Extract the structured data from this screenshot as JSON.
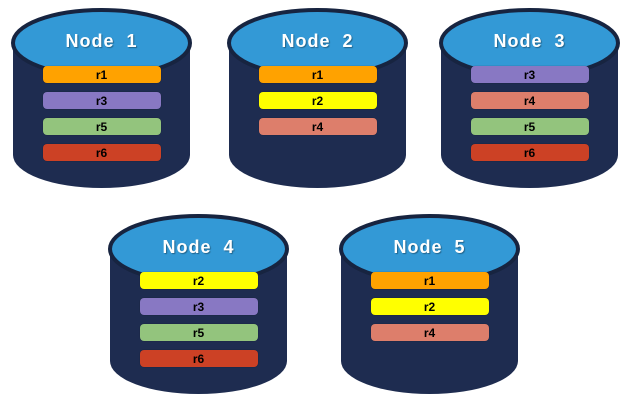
{
  "diagram": {
    "description": "replica-distribution-across-database-nodes",
    "colors": {
      "cylinder_body": "#1E2C50",
      "cylinder_top": "#3399D6",
      "cylinder_outline": "#172440",
      "title_text": "#FFFFFF",
      "bar_text": "#000000"
    },
    "replica_colors": {
      "r1": "#FFA200",
      "r2": "#FFFF00",
      "r3": "#8878C3",
      "r4": "#DD7E6B",
      "r5": "#93C47D",
      "r6": "#CC4125"
    },
    "nodes": [
      {
        "name": "Node  1",
        "replicas": [
          "r1",
          "r3",
          "r5",
          "r6"
        ]
      },
      {
        "name": "Node  2",
        "replicas": [
          "r1",
          "r2",
          "r4"
        ]
      },
      {
        "name": "Node  3",
        "replicas": [
          "r3",
          "r4",
          "r5",
          "r6"
        ]
      },
      {
        "name": "Node  4",
        "replicas": [
          "r2",
          "r3",
          "r5",
          "r6"
        ]
      },
      {
        "name": "Node  5",
        "replicas": [
          "r1",
          "r2",
          "r4"
        ]
      }
    ]
  }
}
